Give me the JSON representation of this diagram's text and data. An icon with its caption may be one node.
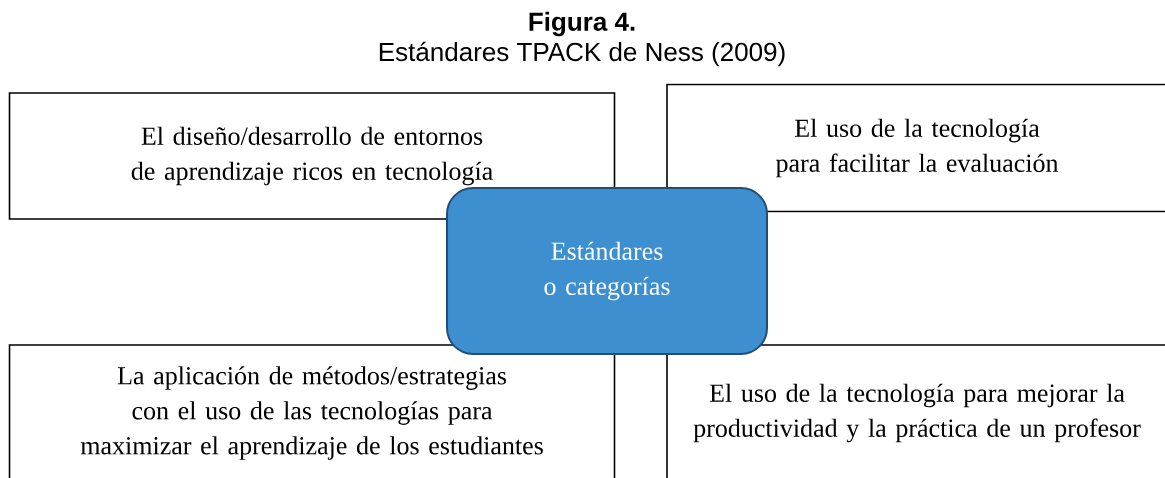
{
  "diagram": {
    "title": "Figura 4.",
    "caption": "Estándares TPACK de Ness (2009)",
    "nodes": [
      {
        "text": [
          "El diseño/desarrollo de entornos de aprendizaje ricos en tecnología"
        ]
      },
      {
        "text": [
          "El uso de la tecnología para facilitar la evaluación"
        ]
      },
      {
        "text": [
          "Estándares o categorías"
        ]
      },
      {
        "text": [
          "La aplicación de métodos/estrategias con el uso de las tecnologías para maximizar el aprendizaje de los estudiantes"
        ]
      },
      {
        "text": [
          "El uso de la tecnología para mejorar la productividad y la práctica de un profesor"
        ]
      }
    ]
  }
}
